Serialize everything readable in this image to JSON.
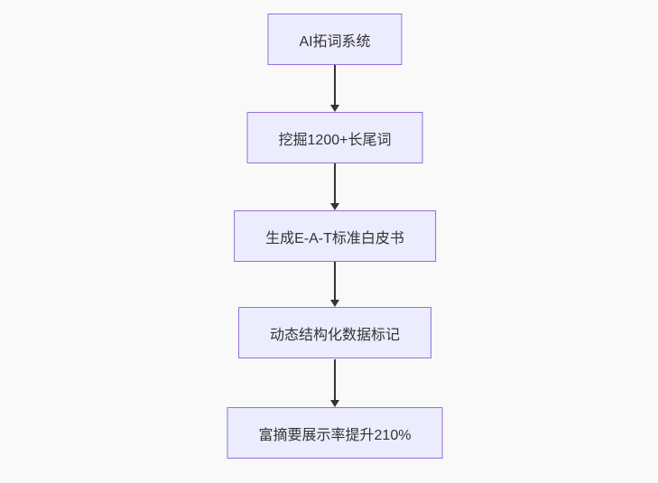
{
  "flowchart": {
    "type": "flowchart",
    "direction": "top-down",
    "nodes": [
      {
        "id": "n1",
        "label": "AI拓词系统"
      },
      {
        "id": "n2",
        "label": "挖掘1200+长尾词"
      },
      {
        "id": "n3",
        "label": "生成E-A-T标准白皮书"
      },
      {
        "id": "n4",
        "label": "动态结构化数据标记"
      },
      {
        "id": "n5",
        "label": "富摘要展示率提升210%"
      }
    ],
    "edges": [
      {
        "from": "n1",
        "to": "n2"
      },
      {
        "from": "n2",
        "to": "n3"
      },
      {
        "from": "n3",
        "to": "n4"
      },
      {
        "from": "n4",
        "to": "n5"
      }
    ],
    "colors": {
      "node_fill": "#ECECFF",
      "node_border": "#9370DB",
      "arrow": "#333333",
      "text": "#333333",
      "background": "#f9f9f9"
    }
  }
}
